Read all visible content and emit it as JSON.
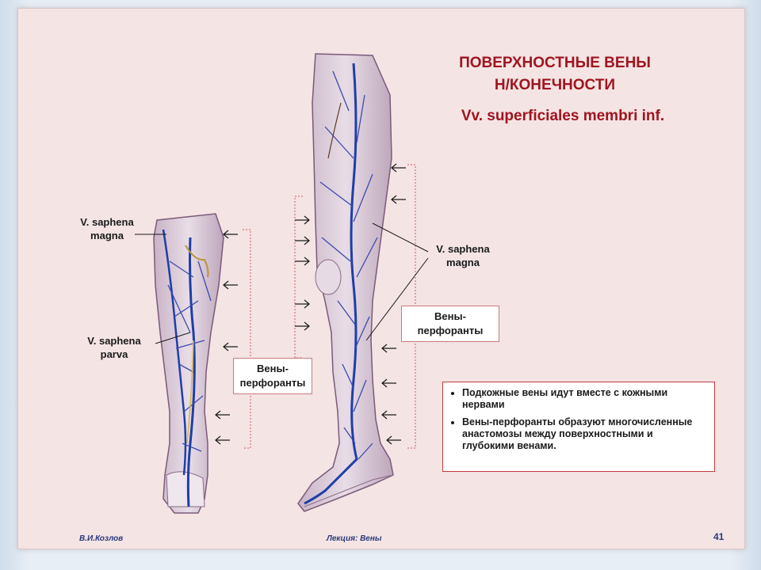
{
  "slide": {
    "title_line1": "ПОВЕРХНОСТНЫЕ ВЕНЫ",
    "title_line2": "Н/КОНЕЧНОСТИ",
    "subtitle": "Vv. superficiales membri inf."
  },
  "labels": {
    "left_magna_1": "V. saphena",
    "left_magna_2": "magna",
    "left_parva_1": "V. saphena",
    "left_parva_2": "parva",
    "right_magna_1": "V. saphena",
    "right_magna_2": "magna"
  },
  "perforator_boxes": {
    "left_1": "Вены-",
    "left_2": "перфоранты",
    "right_1": "Вены-",
    "right_2": "перфоранты"
  },
  "notes": [
    "Подкожные вены идут вместе с кожными нервами",
    "Вены-перфоранты образуют многочисленные анастомозы между поверхностными и глубокими венами."
  ],
  "footer": {
    "author": "В.И.Козлов",
    "lecture": "Лекция:  Вены",
    "page": "41"
  },
  "colors": {
    "title": "#a0141e",
    "vein": "#1f3ea8",
    "box_border": "#c97b7b"
  }
}
